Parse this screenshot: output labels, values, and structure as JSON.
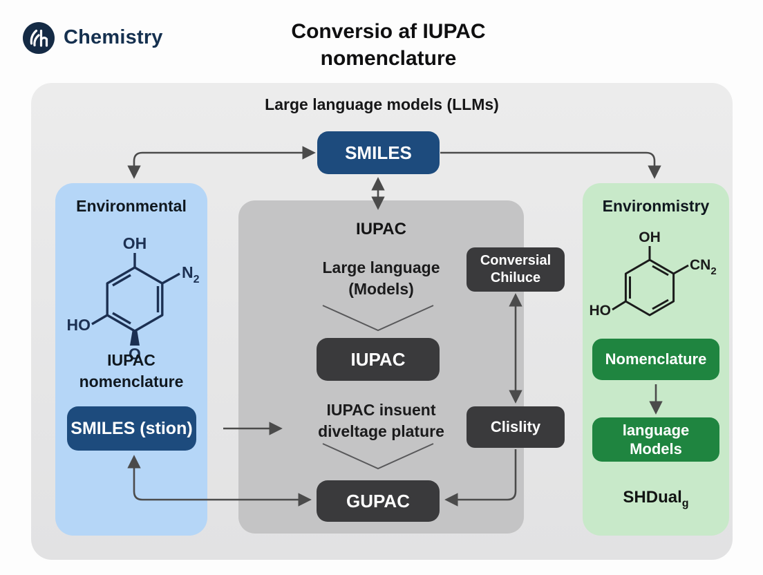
{
  "header": {
    "logo_text": "Chemistry",
    "title_line1": "Conversio af IUPAC",
    "title_line2": "nomenclature"
  },
  "diagram": {
    "header": "Large language models (LLMs)",
    "smiles_top_button": "SMILES"
  },
  "left_panel": {
    "title": "Environmental",
    "molecule": {
      "sub_top": "OH",
      "sub_right": "N",
      "sub_right_num": "2",
      "sub_left": "HO",
      "sub_bottom": "O"
    },
    "caption_line1": "IUPAC",
    "caption_line2": "nomenclature",
    "button_label": "SMILES (stion)"
  },
  "center_panel": {
    "title": "IUPAC",
    "text_block1_line1": "Large language",
    "text_block1_line2": "(Models)",
    "button1_label": "IUPAC",
    "text_block2_line1": "IUPAC insuent",
    "text_block2_line2": "diveltage plature",
    "button2_label": "GUPAC"
  },
  "connector_boxes": {
    "top_box_line1": "Conversial",
    "top_box_line2": "Chiluce",
    "bottom_box_label": "Clislity"
  },
  "right_panel": {
    "title": "Environmistry",
    "molecule": {
      "sub_top": "OH",
      "sub_right": "CN",
      "sub_right_num": "2",
      "sub_left": "HO"
    },
    "button1_label": "Nomenclature",
    "button2_line1": "language",
    "button2_line2": "Models",
    "caption_main": "SHDual",
    "caption_sub": "g"
  },
  "colors": {
    "navy_button": "#1d4b7d",
    "dark_box": "#3a3a3c",
    "green_button": "#1f8540",
    "blue_panel": "#b5d6f7",
    "green_panel": "#c8e9c9",
    "gray_panel": "#c4c4c5",
    "outer_container": "#e6e6e7",
    "arrow": "#4b4b4b"
  }
}
